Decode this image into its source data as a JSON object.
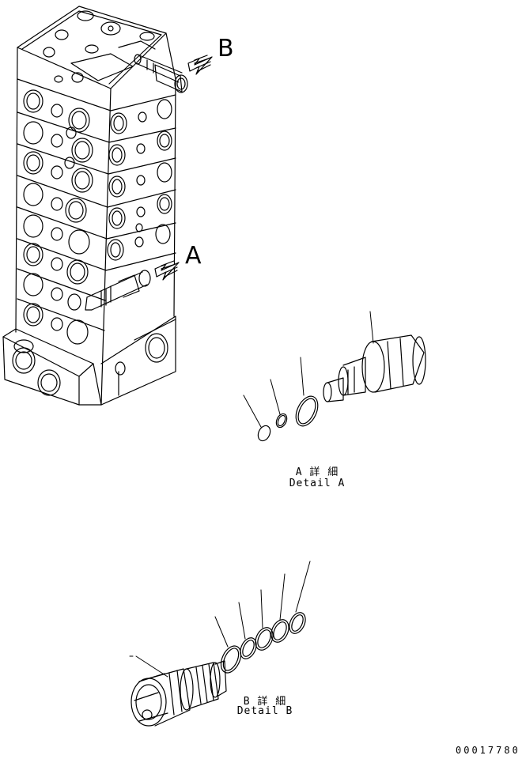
{
  "callouts": {
    "a": "A",
    "b": "B"
  },
  "detail_a": {
    "jp": "A 詳 細",
    "en": "Detail A"
  },
  "detail_b": {
    "jp": "B 詳 細",
    "en": "Detail B"
  },
  "part_number": "00017780",
  "colors": {
    "line": "#000000",
    "background": "#ffffff"
  }
}
